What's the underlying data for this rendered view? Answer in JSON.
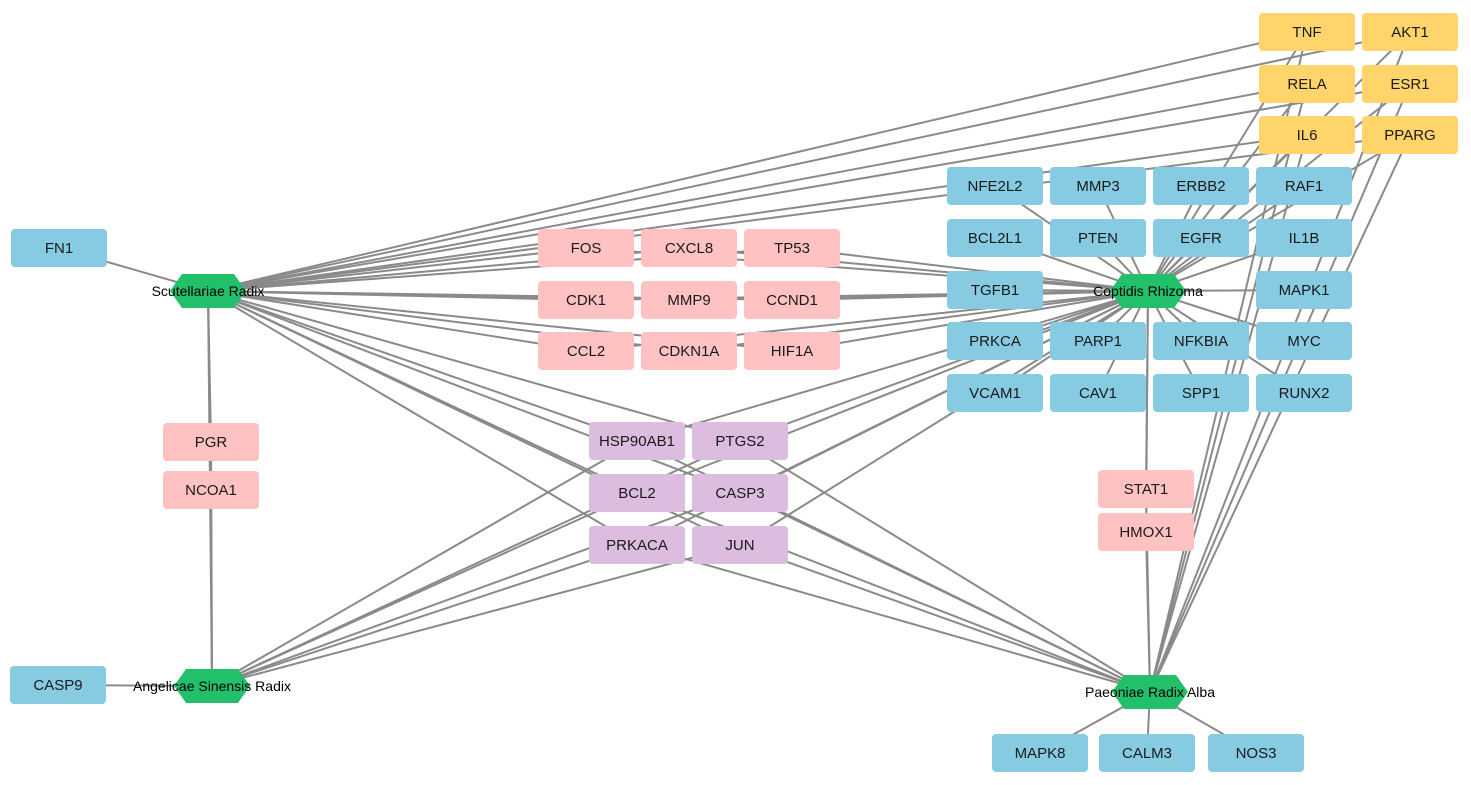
{
  "colors": {
    "hub": "#22c06a",
    "yellow": "#ffd46b",
    "blue": "#86cbe1",
    "pink": "#ffc2c2",
    "purple": "#dcbcdf",
    "edge": "#8a8a8a"
  },
  "hubs": [
    {
      "id": "SR",
      "label": "Scutellariae Radix"
    },
    {
      "id": "CR",
      "label": "Coptidis Rhizoma"
    },
    {
      "id": "AS",
      "label": "Angelicae Sinensis Radix"
    },
    {
      "id": "PA",
      "label": "Paeoniae Radix Alba"
    }
  ],
  "targets": [
    {
      "id": "TNF",
      "label": "TNF",
      "group": "yellow",
      "links": [
        "SR",
        "CR",
        "PA"
      ]
    },
    {
      "id": "AKT1",
      "label": "AKT1",
      "group": "yellow",
      "links": [
        "SR",
        "CR",
        "PA"
      ]
    },
    {
      "id": "RELA",
      "label": "RELA",
      "group": "yellow",
      "links": [
        "SR",
        "CR",
        "PA"
      ]
    },
    {
      "id": "ESR1",
      "label": "ESR1",
      "group": "yellow",
      "links": [
        "SR",
        "CR",
        "PA"
      ]
    },
    {
      "id": "IL6",
      "label": "IL6",
      "group": "yellow",
      "links": [
        "SR",
        "CR",
        "PA"
      ]
    },
    {
      "id": "PPARG",
      "label": "PPARG",
      "group": "yellow",
      "links": [
        "SR",
        "CR",
        "PA"
      ]
    },
    {
      "id": "NFE2L2",
      "label": "NFE2L2",
      "group": "blue",
      "links": [
        "CR"
      ]
    },
    {
      "id": "MMP3",
      "label": "MMP3",
      "group": "blue",
      "links": [
        "CR"
      ]
    },
    {
      "id": "ERBB2",
      "label": "ERBB2",
      "group": "blue",
      "links": [
        "CR"
      ]
    },
    {
      "id": "RAF1",
      "label": "RAF1",
      "group": "blue",
      "links": [
        "CR"
      ]
    },
    {
      "id": "BCL2L1",
      "label": "BCL2L1",
      "group": "blue",
      "links": [
        "CR"
      ]
    },
    {
      "id": "PTEN",
      "label": "PTEN",
      "group": "blue",
      "links": [
        "CR"
      ]
    },
    {
      "id": "EGFR",
      "label": "EGFR",
      "group": "blue",
      "links": [
        "CR"
      ]
    },
    {
      "id": "IL1B",
      "label": "IL1B",
      "group": "blue",
      "links": [
        "CR"
      ]
    },
    {
      "id": "TGFB1",
      "label": "TGFB1",
      "group": "blue",
      "links": [
        "CR"
      ]
    },
    {
      "id": "MAPK1",
      "label": "MAPK1",
      "group": "blue",
      "links": [
        "CR"
      ]
    },
    {
      "id": "PRKCA",
      "label": "PRKCA",
      "group": "blue",
      "links": [
        "CR"
      ]
    },
    {
      "id": "PARP1",
      "label": "PARP1",
      "group": "blue",
      "links": [
        "CR"
      ]
    },
    {
      "id": "NFKBIA",
      "label": "NFKBIA",
      "group": "blue",
      "links": [
        "CR"
      ]
    },
    {
      "id": "MYC",
      "label": "MYC",
      "group": "blue",
      "links": [
        "CR"
      ]
    },
    {
      "id": "VCAM1",
      "label": "VCAM1",
      "group": "blue",
      "links": [
        "CR"
      ]
    },
    {
      "id": "CAV1",
      "label": "CAV1",
      "group": "blue",
      "links": [
        "CR"
      ]
    },
    {
      "id": "SPP1",
      "label": "SPP1",
      "group": "blue",
      "links": [
        "CR"
      ]
    },
    {
      "id": "RUNX2",
      "label": "RUNX2",
      "group": "blue",
      "links": [
        "CR"
      ]
    },
    {
      "id": "FN1",
      "label": "FN1",
      "group": "blue",
      "links": [
        "SR"
      ]
    },
    {
      "id": "CASP9",
      "label": "CASP9",
      "group": "blue",
      "links": [
        "AS"
      ]
    },
    {
      "id": "MAPK8",
      "label": "MAPK8",
      "group": "blue",
      "links": [
        "PA"
      ]
    },
    {
      "id": "CALM3",
      "label": "CALM3",
      "group": "blue",
      "links": [
        "PA"
      ]
    },
    {
      "id": "NOS3",
      "label": "NOS3",
      "group": "blue",
      "links": [
        "PA"
      ]
    },
    {
      "id": "FOS",
      "label": "FOS",
      "group": "pink",
      "links": [
        "SR",
        "CR"
      ]
    },
    {
      "id": "CXCL8",
      "label": "CXCL8",
      "group": "pink",
      "links": [
        "SR",
        "CR"
      ]
    },
    {
      "id": "TP53",
      "label": "TP53",
      "group": "pink",
      "links": [
        "SR",
        "CR"
      ]
    },
    {
      "id": "CDK1",
      "label": "CDK1",
      "group": "pink",
      "links": [
        "SR",
        "CR"
      ]
    },
    {
      "id": "MMP9",
      "label": "MMP9",
      "group": "pink",
      "links": [
        "SR",
        "CR"
      ]
    },
    {
      "id": "CCND1",
      "label": "CCND1",
      "group": "pink",
      "links": [
        "SR",
        "CR"
      ]
    },
    {
      "id": "CCL2",
      "label": "CCL2",
      "group": "pink",
      "links": [
        "SR",
        "CR"
      ]
    },
    {
      "id": "CDKN1A",
      "label": "CDKN1A",
      "group": "pink",
      "links": [
        "SR",
        "CR"
      ]
    },
    {
      "id": "HIF1A",
      "label": "HIF1A",
      "group": "pink",
      "links": [
        "SR",
        "CR"
      ]
    },
    {
      "id": "PGR",
      "label": "PGR",
      "group": "pink",
      "links": [
        "SR",
        "AS"
      ]
    },
    {
      "id": "NCOA1",
      "label": "NCOA1",
      "group": "pink",
      "links": [
        "SR",
        "AS"
      ]
    },
    {
      "id": "STAT1",
      "label": "STAT1",
      "group": "pink",
      "links": [
        "CR",
        "PA"
      ]
    },
    {
      "id": "HMOX1",
      "label": "HMOX1",
      "group": "pink",
      "links": [
        "CR",
        "PA"
      ]
    },
    {
      "id": "HSP90AB1",
      "label": "HSP90AB1",
      "group": "purple",
      "links": [
        "SR",
        "CR",
        "AS",
        "PA"
      ]
    },
    {
      "id": "PTGS2",
      "label": "PTGS2",
      "group": "purple",
      "links": [
        "SR",
        "CR",
        "AS",
        "PA"
      ]
    },
    {
      "id": "BCL2",
      "label": "BCL2",
      "group": "purple",
      "links": [
        "SR",
        "CR",
        "AS",
        "PA"
      ]
    },
    {
      "id": "CASP3",
      "label": "CASP3",
      "group": "purple",
      "links": [
        "SR",
        "CR",
        "AS",
        "PA"
      ]
    },
    {
      "id": "PRKACA",
      "label": "PRKACA",
      "group": "purple",
      "links": [
        "SR",
        "CR",
        "AS",
        "PA"
      ]
    },
    {
      "id": "JUN",
      "label": "JUN",
      "group": "purple",
      "links": [
        "SR",
        "CR",
        "AS",
        "PA"
      ]
    }
  ],
  "hub_links": [
    [
      "SR",
      "AS"
    ]
  ]
}
